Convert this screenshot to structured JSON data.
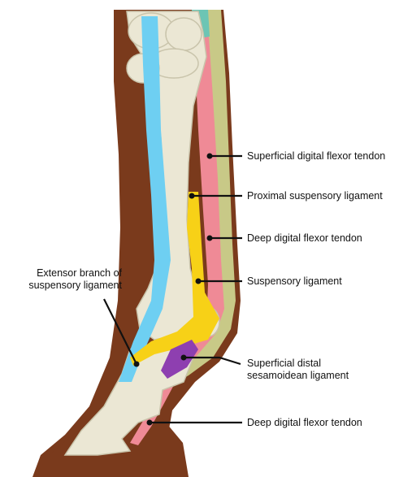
{
  "labels": {
    "sdft": "Superficial digital flexor tendon",
    "proximal_sl": "Proximal suspensory ligament",
    "ddft_upper": "Deep digital flexor tendon",
    "sl": "Suspensory ligament",
    "sdsl_line1": "Superficial distal",
    "sdsl_line2": "sesamoidean ligament",
    "ddft_lower": "Deep digital flexor tendon",
    "extensor_line1": "Extensor branch of",
    "extensor_line2": "suspensory ligament"
  },
  "colors": {
    "skin": "#7a3a1c",
    "bone": "#ebe7d4",
    "bone_shade": "#c9c4ab",
    "extensor_tendon": "#6ecff2",
    "sdft": "#c8c987",
    "ddft": "#ef8a96",
    "suspensory": "#f7d117",
    "sdsl": "#8e3fb0",
    "cartilage": "#6cc5b4",
    "leader": "#111111"
  }
}
